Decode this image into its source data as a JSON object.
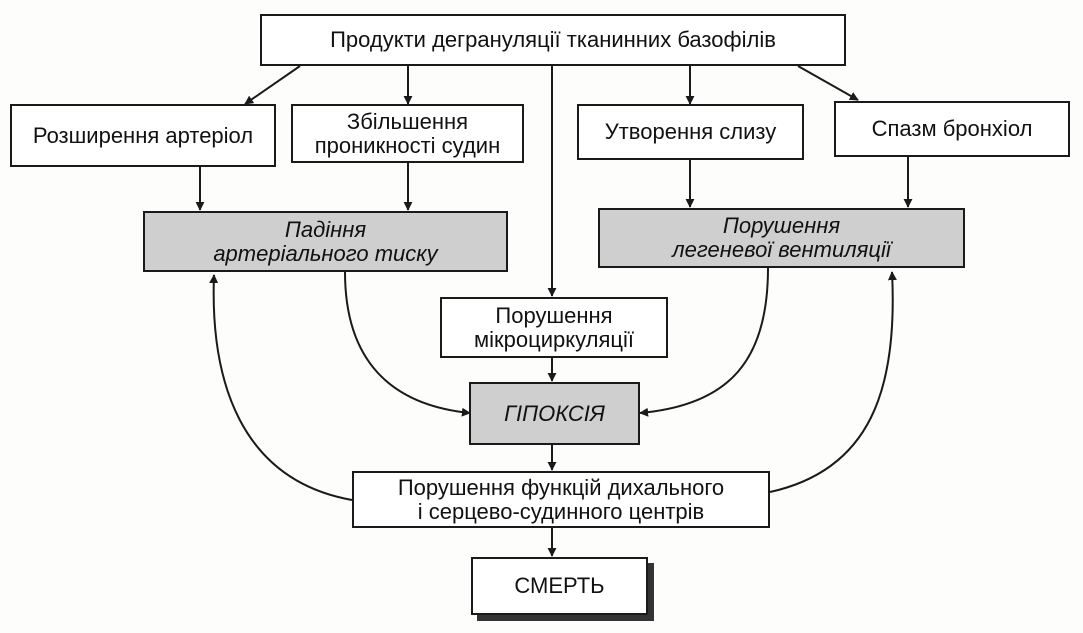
{
  "nodes": {
    "top": "Продукти дегрануляції тканинних базофілів",
    "arteriole": "Розширення артеріол",
    "permeability": [
      "Збільшення",
      "проникності судин"
    ],
    "mucus": "Утворення слизу",
    "bronchi": "Спазм бронхіол",
    "pressure": [
      "Падіння",
      "артеріального тиску"
    ],
    "ventilation": [
      "Порушення",
      "легеневої вентиляції"
    ],
    "microcirc": [
      "Порушення",
      "мікроциркуляції"
    ],
    "hypoxia": "ГІПОКСІЯ",
    "centers": [
      "Порушення функцій дихального",
      "і серцево-судинного центрів"
    ],
    "death": "СМЕРТЬ"
  },
  "colors": {
    "line": "#1a1a1a",
    "gray_box": "#cfcfcf",
    "white_box": "#ffffff"
  }
}
